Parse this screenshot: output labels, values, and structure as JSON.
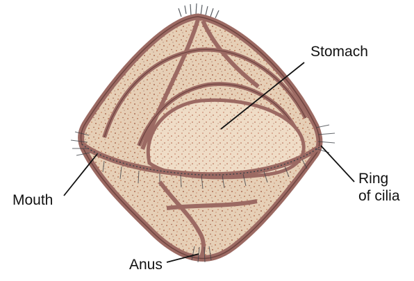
{
  "labels": {
    "stomach": "Stomach",
    "mouth": "Mouth",
    "ring_line1": "Ring",
    "ring_line2": "of cilia",
    "anus": "Anus"
  },
  "colors": {
    "body_fill": "#e3cab0",
    "membrane": "#9c6a63",
    "membrane_dark": "#6e4440",
    "speckle": "#a8553e",
    "cilia": "#3e4248",
    "leader_line": "#111111"
  }
}
